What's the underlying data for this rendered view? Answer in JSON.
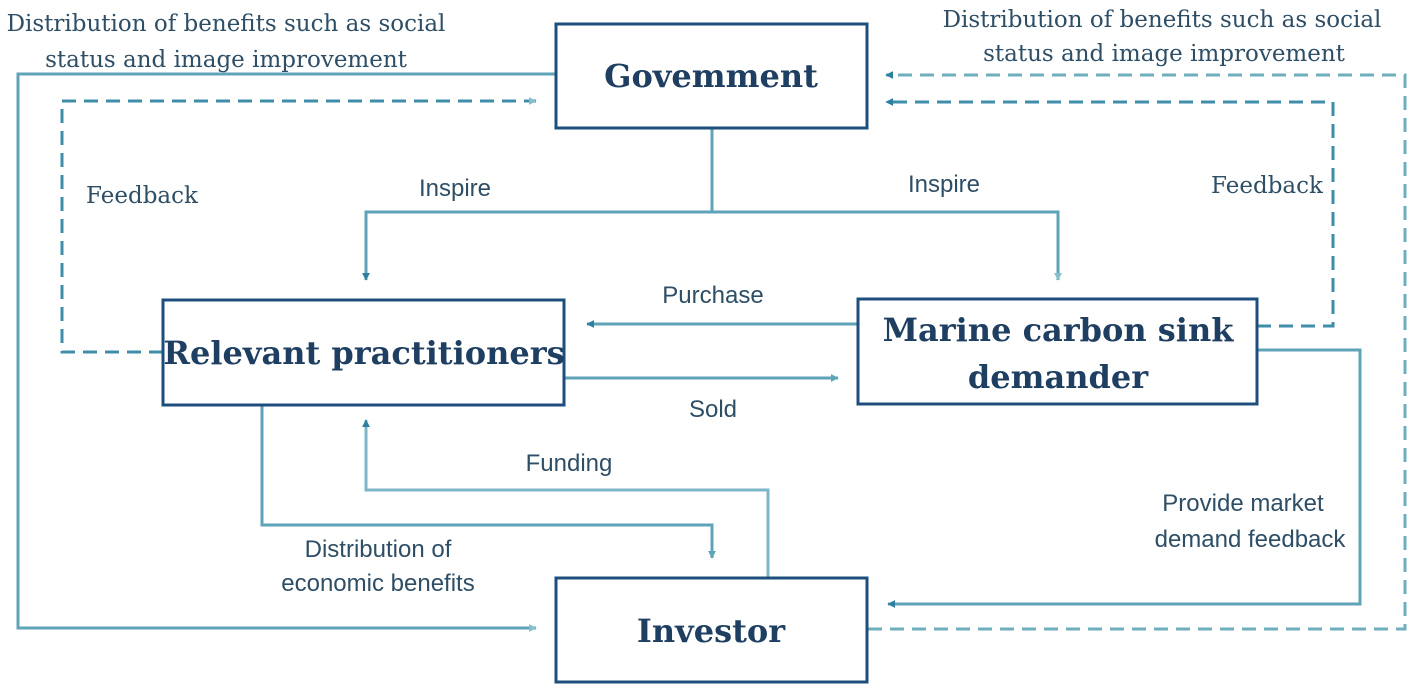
{
  "nodes": {
    "government": "Govemment",
    "practitioners": "Relevant practitioners",
    "demander_line1": "Marine carbon sink",
    "demander_line2": "demander",
    "investor": "Investor"
  },
  "edges": {
    "benefits_left_line1": "Distribution of benefits such as social",
    "benefits_left_line2": "status and image improvement",
    "benefits_right_line1": "Distribution of benefits such as social",
    "benefits_right_line2": "status and image improvement",
    "feedback_left": "Feedback",
    "feedback_right": "Feedback",
    "inspire_left": "Inspire",
    "inspire_right": "Inspire",
    "purchase": "Purchase",
    "sold": "Sold",
    "funding": "Funding",
    "econ_line1": "Distribution of",
    "econ_line2": "economic benefits",
    "market_line1": "Provide market",
    "market_line2": "demand feedback"
  },
  "colors": {
    "box_border": "#1e4f7c",
    "node_text": "#1f3f62",
    "arrow_teal": "#5ea3b7",
    "arrow_light": "#7db6c6",
    "arrow_dark": "#2f7fa0"
  }
}
